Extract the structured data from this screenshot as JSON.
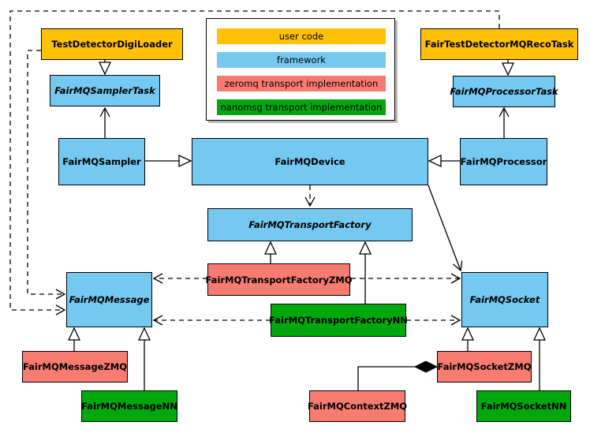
{
  "colors": {
    "user": "#ffc107",
    "framework": "#75c8f0",
    "zeromq": "#f87b72",
    "nanomsg": "#00a80d"
  },
  "legend": {
    "items": [
      {
        "label": "user code",
        "category": "user",
        "color": "#ffc107"
      },
      {
        "label": "framework",
        "category": "framework",
        "color": "#75c8f0"
      },
      {
        "label": "zeromq transport implementation",
        "category": "zeromq",
        "color": "#f87b72"
      },
      {
        "label": "nanomsg transport implementation",
        "category": "nanomsg",
        "color": "#00a80d"
      }
    ]
  },
  "nodes": {
    "testDetectorDigiLoader": {
      "label": "TestDetectorDigiLoader",
      "category": "user code"
    },
    "fairTestDetectorMQRecoTask": {
      "label": "FairTestDetectorMQRecoTask",
      "category": "user code"
    },
    "fairMQSamplerTask": {
      "label": "FairMQSamplerTask",
      "category": "framework",
      "abstract": true
    },
    "fairMQProcessorTask": {
      "label": "FairMQProcessorTask",
      "category": "framework",
      "abstract": true
    },
    "fairMQSampler": {
      "label": "FairMQSampler",
      "category": "framework"
    },
    "fairMQDevice": {
      "label": "FairMQDevice",
      "category": "framework"
    },
    "fairMQProcessor": {
      "label": "FairMQProcessor",
      "category": "framework"
    },
    "fairMQTransportFactory": {
      "label": "FairMQTransportFactory",
      "category": "framework",
      "abstract": true
    },
    "fairMQTransportFactoryZMQ": {
      "label": "FairMQTransportFactoryZMQ",
      "category": "zeromq transport implementation"
    },
    "fairMQTransportFactoryNN": {
      "label": "FairMQTransportFactoryNN",
      "category": "nanomsg transport implementation"
    },
    "fairMQMessage": {
      "label": "FairMQMessage",
      "category": "framework",
      "abstract": true
    },
    "fairMQSocket": {
      "label": "FairMQSocket",
      "category": "framework",
      "abstract": true
    },
    "fairMQMessageZMQ": {
      "label": "FairMQMessageZMQ",
      "category": "zeromq transport implementation"
    },
    "fairMQMessageNN": {
      "label": "FairMQMessageNN",
      "category": "nanomsg transport implementation"
    },
    "fairMQContextZMQ": {
      "label": "FairMQContextZMQ",
      "category": "zeromq transport implementation"
    },
    "fairMQSocketZMQ": {
      "label": "FairMQSocketZMQ",
      "category": "zeromq transport implementation"
    },
    "fairMQSocketNN": {
      "label": "FairMQSocketNN",
      "category": "nanomsg transport implementation"
    }
  }
}
